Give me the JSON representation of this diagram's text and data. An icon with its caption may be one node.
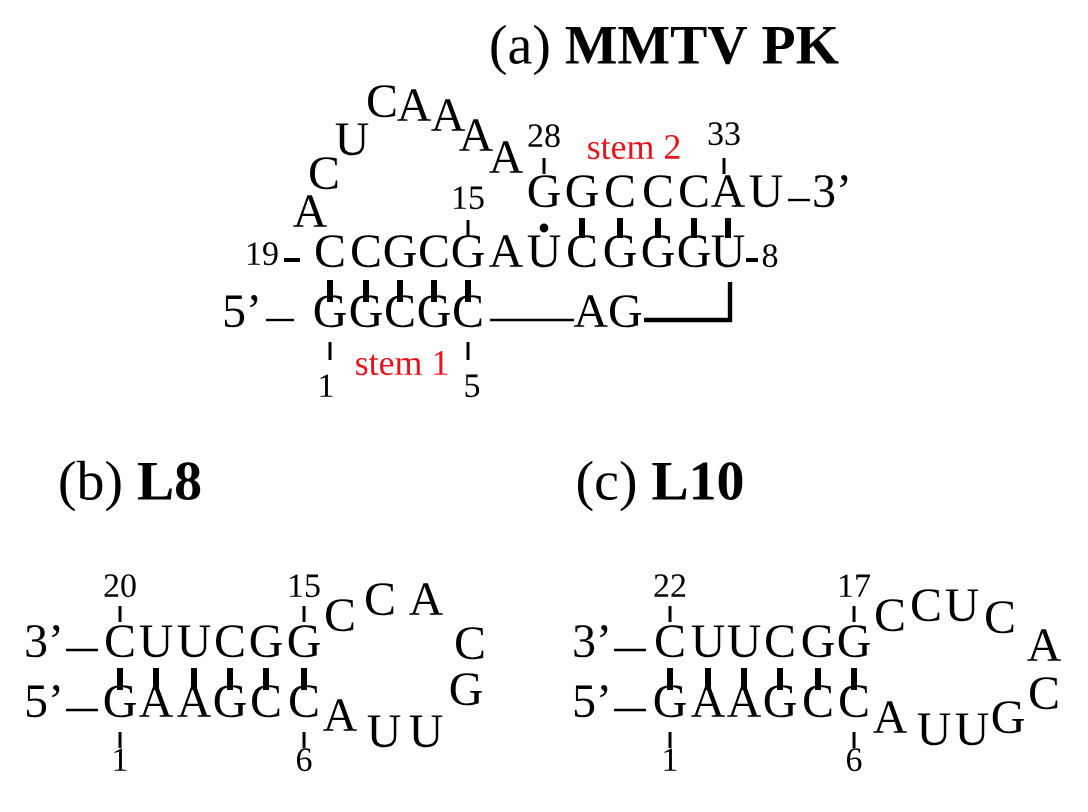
{
  "diagram": {
    "labels": [
      "(a) **MMTV PK**",
      "C",
      "A",
      "A",
      "U",
      "A",
      "A",
      "C",
      "A",
      "28",
      "stem 2",
      "33",
      "15",
      "G",
      "G",
      "C",
      "C",
      "C",
      "A",
      "U",
      "3’",
      "19",
      "C",
      "C",
      "G",
      "C",
      "G",
      "A",
      "U",
      "C",
      "G",
      "G",
      "G",
      "U",
      "8",
      "5’",
      "G",
      "G",
      "C",
      "G",
      "C",
      "AG",
      "1",
      "stem 1",
      "5",
      "(b) **L8**",
      "20",
      "15",
      "3’",
      "C",
      "U",
      "U",
      "C",
      "G",
      "G",
      "C",
      "C",
      "A",
      "C",
      "5’",
      "G",
      "A",
      "A",
      "G",
      "C",
      "C",
      "A",
      "U",
      "U",
      "G",
      "1",
      "6",
      "(c) **L10**",
      "22",
      "17",
      "3’",
      "C",
      "U",
      "U",
      "C",
      "G",
      "G",
      "C",
      "C",
      "U",
      "C",
      "A",
      "5’",
      "G",
      "A",
      "A",
      "G",
      "C",
      "C",
      "A",
      "U",
      "U",
      "G",
      "C",
      "1",
      "6"
    ]
  }
}
